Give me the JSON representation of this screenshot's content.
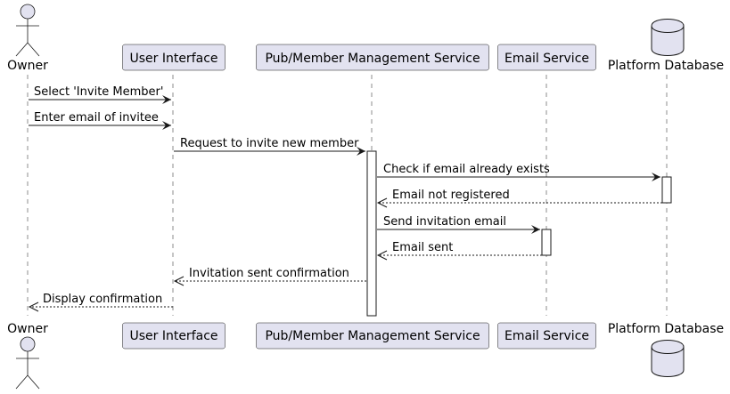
{
  "participants": [
    {
      "id": "owner",
      "label": "Owner",
      "kind": "actor"
    },
    {
      "id": "ui",
      "label": "User Interface",
      "kind": "box"
    },
    {
      "id": "pms",
      "label": "Pub/Member Management Service",
      "kind": "box"
    },
    {
      "id": "email",
      "label": "Email Service",
      "kind": "box"
    },
    {
      "id": "db",
      "label": "Platform Database",
      "kind": "database"
    }
  ],
  "messages": [
    {
      "from": "owner",
      "to": "ui",
      "text": "Select 'Invite Member'",
      "style": "solid"
    },
    {
      "from": "owner",
      "to": "ui",
      "text": "Enter email of invitee",
      "style": "solid"
    },
    {
      "from": "ui",
      "to": "pms",
      "text": "Request to invite new member",
      "style": "solid"
    },
    {
      "from": "pms",
      "to": "db",
      "text": "Check if email already exists",
      "style": "solid"
    },
    {
      "from": "db",
      "to": "pms",
      "text": "Email not registered",
      "style": "dashed"
    },
    {
      "from": "pms",
      "to": "email",
      "text": "Send invitation email",
      "style": "solid"
    },
    {
      "from": "email",
      "to": "pms",
      "text": "Email sent",
      "style": "dashed"
    },
    {
      "from": "pms",
      "to": "ui",
      "text": "Invitation sent confirmation",
      "style": "dashed"
    },
    {
      "from": "ui",
      "to": "owner",
      "text": "Display confirmation",
      "style": "dashed"
    }
  ],
  "colors": {
    "participant_fill": "#E2E2F0",
    "participant_stroke": "#181818",
    "lifeline": "#181818",
    "activation_fill": "#FFFFFF"
  }
}
